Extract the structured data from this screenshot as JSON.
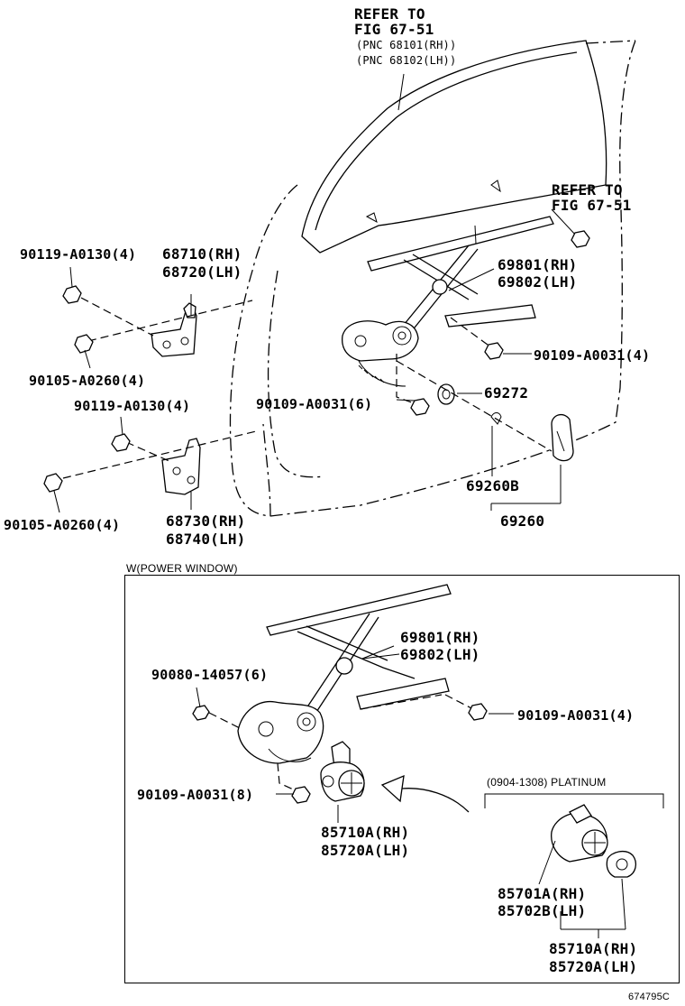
{
  "refs": {
    "glass": {
      "line1": "REFER TO",
      "line2": "FIG 67-51",
      "pnc_rh": "(PNC 68101(RH))",
      "pnc_lh": "(PNC 68102(LH))"
    },
    "corner": {
      "line1": "REFER TO",
      "line2": "FIG 67-51"
    }
  },
  "upper_labels": {
    "bolt_upper_hinge": "90119-A0130(4)",
    "hinge_upper_rh": "68710(RH)",
    "hinge_upper_lh": "68720(LH)",
    "bolt_upper_hinge_body": "90105-A0260(4)",
    "bolt_lower_hinge": "90119-A0130(4)",
    "bolt_lower_hinge_body": "90105-A0260(4)",
    "hinge_lower_rh": "68730(RH)",
    "hinge_lower_lh": "68740(LH)",
    "regulator_rh": "69801(RH)",
    "regulator_lh": "69802(LH)",
    "regulator_bolt": "90109-A0031(4)",
    "regulator_lower_bolt": "90109-A0031(6)",
    "grommet": "69272",
    "handle_sub": "69260B",
    "handle": "69260"
  },
  "power_window": {
    "section_title": "W(POWER WINDOW)",
    "regulator_rh": "69801(RH)",
    "regulator_lh": "69802(LH)",
    "screw": "90080-14057(6)",
    "regulator_bolt": "90109-A0031(4)",
    "motor_bolt": "90109-A0031(8)",
    "motor_rh": "85710A(RH)",
    "motor_lh": "85720A(LH)",
    "platinum_title": "(0904-1308) PLATINUM",
    "platinum_motor_rh": "85701A(RH)",
    "platinum_motor_lh": "85702B(LH)",
    "platinum_assy_rh": "85710A(RH)",
    "platinum_assy_lh": "85720A(LH)"
  },
  "figure_id": "674795C"
}
